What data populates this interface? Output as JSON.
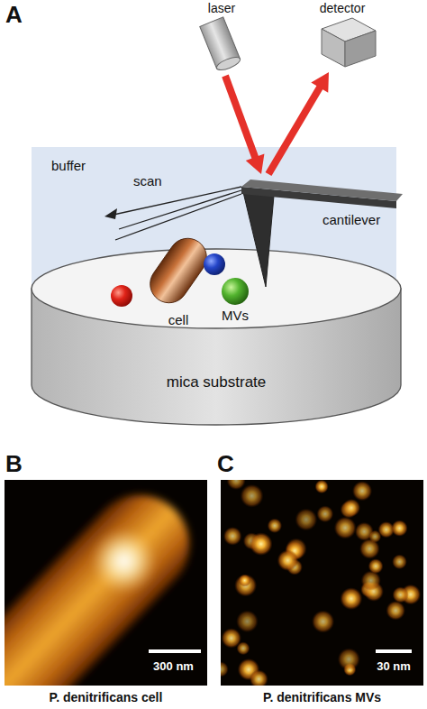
{
  "diagram": {
    "nodes": [
      {
        "text": [
          "laser"
        ]
      },
      {
        "text": [
          "detector"
        ]
      },
      {
        "text": [
          "buffer"
        ]
      },
      {
        "text": [
          "cantilever"
        ]
      },
      {
        "text": [
          "mica substrate"
        ]
      },
      {
        "text": [
          "cell"
        ],
        "in": 4
      },
      {
        "text": [
          "300 nm",
          "P. denitrificans cell"
        ]
      },
      {
        "text": [
          "30 nm",
          "P. denitrificans MVs"
        ]
      }
    ],
    "edges": [
      {
        "from": 0,
        "to": 3,
        "arrow": "to"
      },
      {
        "from": 3,
        "to": 1,
        "arrow": "to"
      }
    ],
    "labels": [
      "A",
      "scan",
      "MVs",
      "B",
      "C"
    ]
  }
}
